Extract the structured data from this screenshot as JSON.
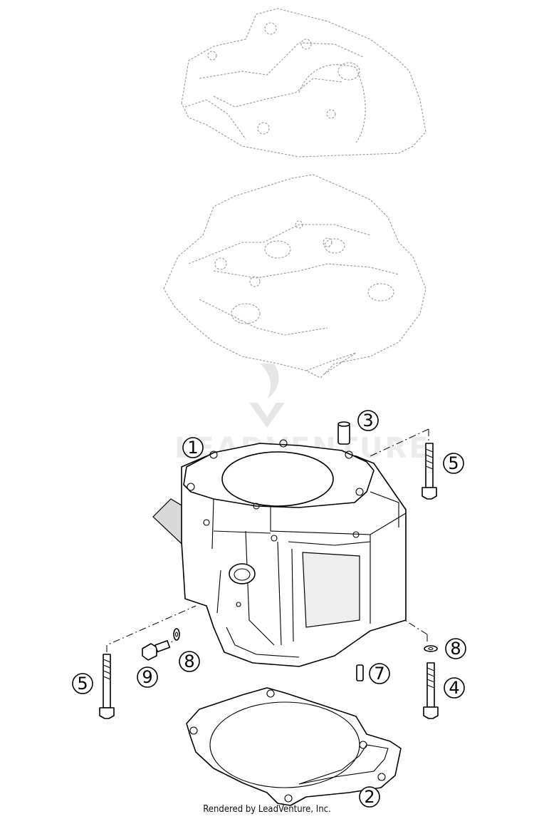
{
  "diagram": {
    "watermark": "LEADVENTURE",
    "callouts": [
      {
        "label": "1"
      },
      {
        "label": "2"
      },
      {
        "label": "3"
      },
      {
        "label": "4"
      },
      {
        "label": "5"
      },
      {
        "label": "5"
      },
      {
        "label": "7"
      },
      {
        "label": "8"
      },
      {
        "label": "8"
      },
      {
        "label": "9"
      }
    ]
  },
  "footer": {
    "text": "Rendered by LeadVenture, Inc."
  }
}
